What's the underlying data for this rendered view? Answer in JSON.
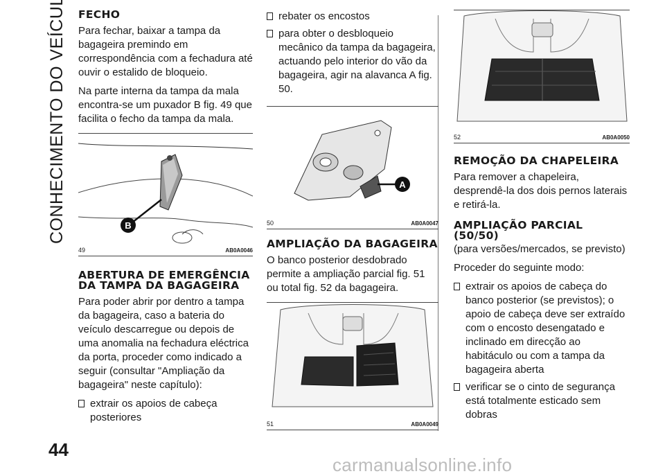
{
  "side_title": "CONHECIMENTO DO VEÍCULO",
  "page_number": "44",
  "watermark": "carmanualsonline.info",
  "col1": {
    "h_fecho": "FECHO",
    "p1": "Para fechar, baixar a tampa da bagageira premindo em correspondência com a fechadura até ouvir o estalido de bloqueio.",
    "p2": "Na parte interna da tampa da mala encontra-se um puxador B fig. 49 que facilita o fecho da tampa da mala.",
    "fig49": {
      "num": "49",
      "code": "AB0A0046",
      "label": "B"
    },
    "h_abertura": "ABERTURA DE EMERGÊNCIA DA TAMPA DA BAGAGEIRA",
    "p3": "Para poder abrir por dentro a tampa da bagageira, caso a bateria do veículo descarregue ou depois de uma anomalia na fechadura eléctrica da porta, proceder como indicado a seguir (consultar \"Ampliação da bagageira\" neste capítulo):",
    "b1": "extrair os apoios de cabeça posteriores"
  },
  "col2": {
    "b1": "rebater os encostos",
    "b2": "para obter o desbloqueio mecânico da tampa da bagageira, actuando pelo interior do vão da bagageira, agir na alavanca A fig. 50.",
    "fig50": {
      "num": "50",
      "code": "AB0A0047",
      "label": "A"
    },
    "h_ampliacao": "AMPLIAÇÃO DA BAGAGEIRA",
    "p1": "O banco posterior desdobrado permite a ampliação parcial fig. 51 ou total fig. 52 da bagageira.",
    "fig51": {
      "num": "51",
      "code": "AB0A0049"
    }
  },
  "col3": {
    "fig52": {
      "num": "52",
      "code": "AB0A0050"
    },
    "h_remocao": "REMOÇÃO DA CHAPELEIRA",
    "p1": "Para remover a chapeleira, desprendê-la dos dois pernos laterais e retirá-la.",
    "h_parcial": "AMPLIAÇÃO PARCIAL (50/50)",
    "sub": "(para versões/mercados, se previsto)",
    "p2": "Proceder do seguinte modo:",
    "b1": "extrair os apoios de cabeça do banco posterior (se previstos); o apoio de cabeça deve ser extraído com o encosto desengatado e inclinado em direcção ao habitáculo ou com a tampa da bagageira aberta",
    "b2": "verificar se o cinto de segurança está totalmente esticado sem dobras"
  }
}
